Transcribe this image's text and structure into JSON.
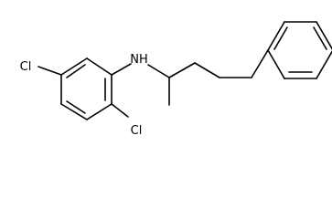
{
  "molecule": {
    "atoms": {
      "cl_left": "Cl",
      "cl_bottom": "Cl",
      "nh": "NH"
    }
  },
  "colors": {
    "bond": "#000000",
    "label": "#000000",
    "background": "#ffffff"
  }
}
